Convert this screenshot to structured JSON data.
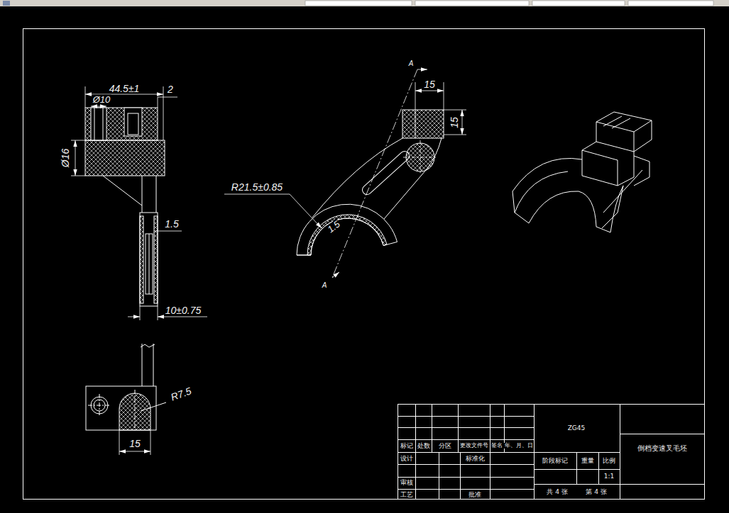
{
  "diagram": {
    "labels": [
      "44.5±1",
      "2",
      "Ø10",
      "Ø16",
      "1.5",
      "10±0.75",
      "R7.5",
      "15",
      "A",
      "15",
      "15",
      "R21.5±0.85",
      "1.5",
      "A",
      "标记",
      "处数",
      "分区",
      "更改文件号",
      "签名",
      "年、月、日",
      "设计",
      "标准化",
      "审核",
      "工艺",
      "批准",
      "ZG45",
      "阶段标记",
      "重量",
      "比例",
      "1:1",
      "共 4 张",
      "第 4 张",
      "倒档变速叉毛坯"
    ]
  }
}
